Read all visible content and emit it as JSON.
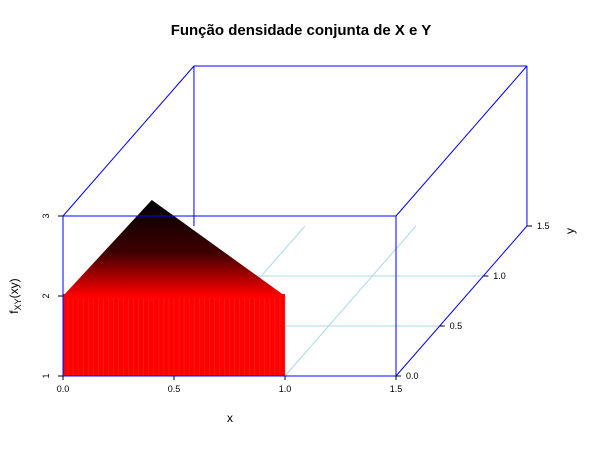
{
  "chart_data": {
    "type": "scatter3d",
    "title": "Função densidade conjunta de X e Y",
    "xlabel": "x",
    "ylabel": "y",
    "zlabel": "f",
    "zlabel_sub": "XY",
    "zlabel_suffix": "(xy)",
    "xlim": [
      0,
      1.5
    ],
    "ylim": [
      0,
      1.5
    ],
    "zlim": [
      1,
      3
    ],
    "x_ticks": [
      "0.0",
      "0.5",
      "1.0",
      "1.5"
    ],
    "y_ticks": [
      "0.0",
      "0.5",
      "1.0",
      "1.5"
    ],
    "z_ticks": [
      "1",
      "2",
      "3"
    ],
    "surface": {
      "description_values": {
        "base_z": 1,
        "edge_z": 2,
        "peak": {
          "x": 0.4,
          "z": 3.2
        },
        "x_range": [
          0,
          1
        ]
      }
    },
    "colors": {
      "box": "#0000ff",
      "grid": "#add8e6",
      "low": "#ff0000",
      "high": "#000000"
    }
  }
}
